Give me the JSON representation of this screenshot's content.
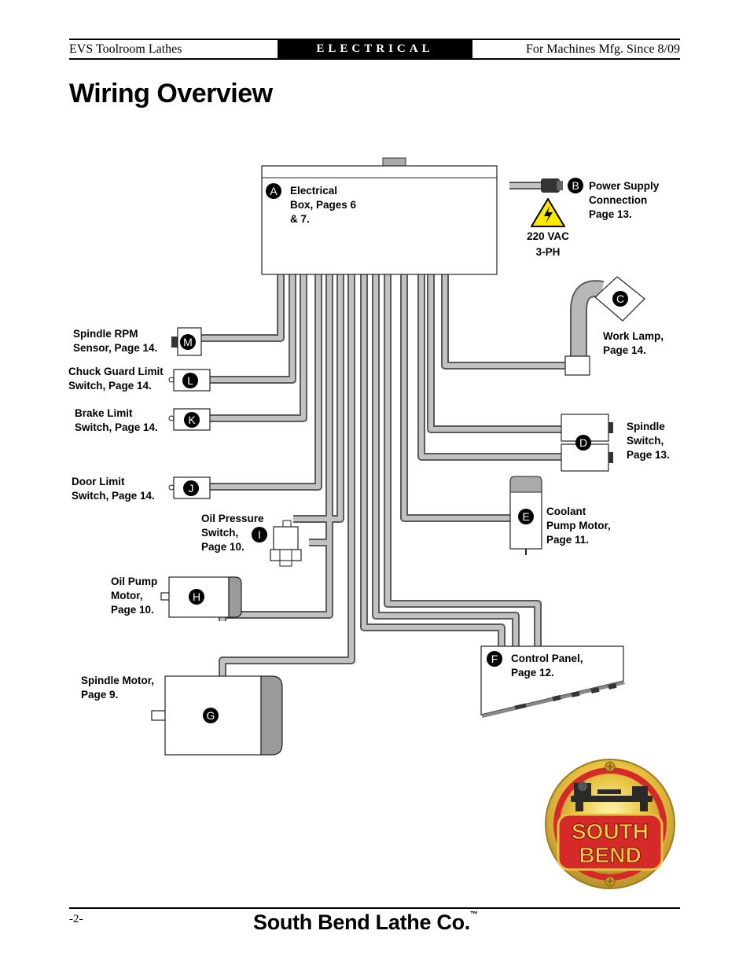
{
  "header": {
    "left": "EVS Toolroom Lathes",
    "center": "ELECTRICAL",
    "right": "For Machines Mfg. Since 8/09"
  },
  "title": "Wiring Overview",
  "components": {
    "a": {
      "letter": "A",
      "lines": [
        "Electrical",
        "Box, Pages 6",
        "& 7."
      ]
    },
    "b": {
      "letter": "B",
      "lines": [
        "Power Supply",
        "Connection",
        "Page 13."
      ]
    },
    "c": {
      "letter": "C",
      "lines": [
        "Work Lamp,",
        "Page 14."
      ]
    },
    "d": {
      "letter": "D",
      "lines": [
        "Spindle",
        "Switch,",
        "Page 13."
      ]
    },
    "e": {
      "letter": "E",
      "lines": [
        "Coolant",
        "Pump Motor,",
        "Page 11."
      ]
    },
    "f": {
      "letter": "F",
      "lines": [
        "Control Panel,",
        "Page 12."
      ]
    },
    "g": {
      "letter": "G",
      "lines": [
        "Spindle Motor,",
        "Page 9."
      ]
    },
    "h": {
      "letter": "H",
      "lines": [
        "Oil Pump",
        "Motor,",
        "Page 10."
      ]
    },
    "i": {
      "letter": "I",
      "lines": [
        "Oil Pressure",
        "Switch,",
        "Page 10."
      ]
    },
    "j": {
      "letter": "J",
      "lines": [
        "Door Limit",
        "Switch, Page 14."
      ]
    },
    "k": {
      "letter": "K",
      "lines": [
        "Brake Limit",
        "Switch, Page 14."
      ]
    },
    "l": {
      "letter": "L",
      "lines": [
        "Chuck Guard Limit",
        "Switch, Page 14."
      ]
    },
    "m": {
      "letter": "M",
      "lines": [
        "Spindle RPM",
        "Sensor, Page 14."
      ]
    }
  },
  "voltage": [
    "220 VAC",
    "3-PH"
  ],
  "logo": {
    "line1": "SOUTH",
    "line2": "BEND"
  },
  "footer": {
    "page": "-2-",
    "company": "South Bend Lathe Co."
  },
  "colors": {
    "cable": "#b3b3b3",
    "cable_edge": "#555555",
    "warning": "#ffe800",
    "logo_red": "#d62a2a",
    "logo_gold": "#e8c440"
  }
}
